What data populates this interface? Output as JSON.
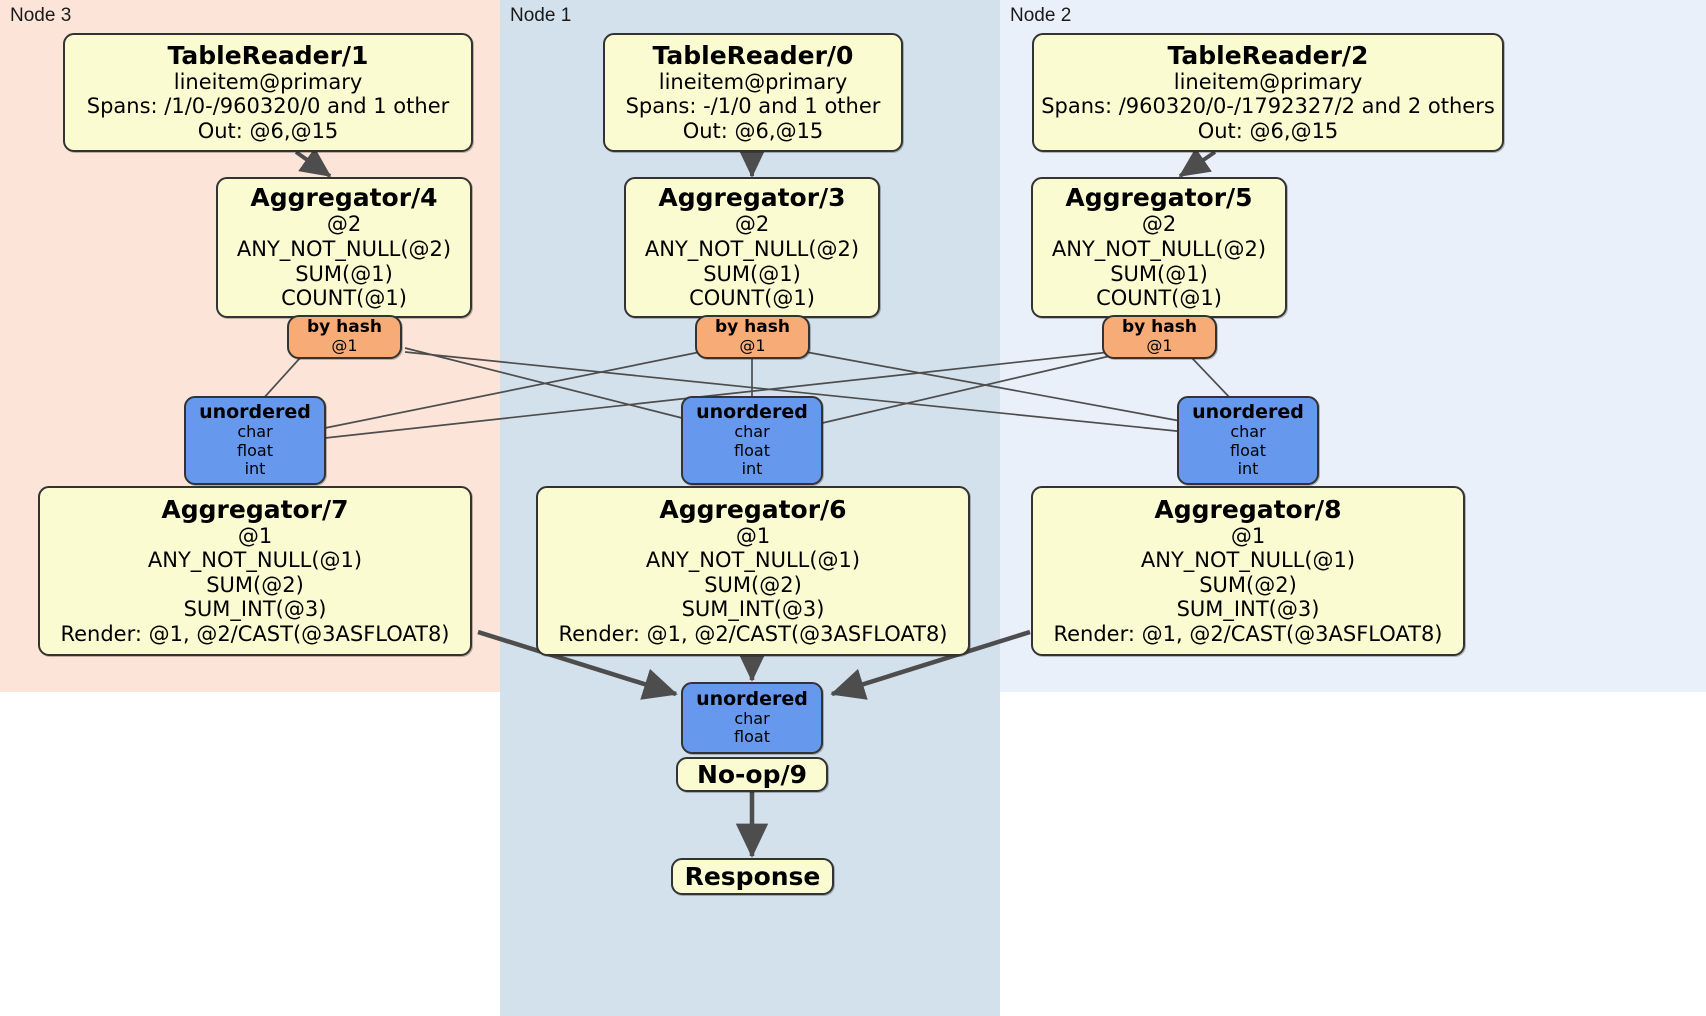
{
  "diagram": {
    "type": "distributed-query-execution-plan",
    "colors": {
      "node3_region": "#fce5d8",
      "node1_region": "#d3e1ec",
      "node2_region": "#eaf0fa",
      "processor_fill": "#fbfbd2",
      "synchronizer_fill": "#6699ee",
      "hash_router_fill": "#f7ac78",
      "border": "#333333",
      "edge": "#4d4d4d"
    }
  },
  "regions": [
    {
      "label": "Node 3"
    },
    {
      "label": "Node 1"
    },
    {
      "label": "Node 2"
    }
  ],
  "processors": {
    "table_reader_1": {
      "title": "TableReader/1",
      "lines": [
        "lineitem@primary",
        "Spans: /1/0-/960320/0 and 1 other",
        "Out: @6,@15"
      ]
    },
    "table_reader_0": {
      "title": "TableReader/0",
      "lines": [
        "lineitem@primary",
        "Spans: -/1/0 and 1 other",
        "Out: @6,@15"
      ]
    },
    "table_reader_2": {
      "title": "TableReader/2",
      "lines": [
        "lineitem@primary",
        "Spans: /960320/0-/1792327/2 and 2 others",
        "Out: @6,@15"
      ]
    },
    "aggregator_4": {
      "title": "Aggregator/4",
      "lines": [
        "@2",
        "ANY_NOT_NULL(@2)",
        "SUM(@1)",
        "COUNT(@1)"
      ]
    },
    "aggregator_3": {
      "title": "Aggregator/3",
      "lines": [
        "@2",
        "ANY_NOT_NULL(@2)",
        "SUM(@1)",
        "COUNT(@1)"
      ]
    },
    "aggregator_5": {
      "title": "Aggregator/5",
      "lines": [
        "@2",
        "ANY_NOT_NULL(@2)",
        "SUM(@1)",
        "COUNT(@1)"
      ]
    },
    "aggregator_7": {
      "title": "Aggregator/7",
      "lines": [
        "@1",
        "ANY_NOT_NULL(@1)",
        "SUM(@2)",
        "SUM_INT(@3)",
        "Render: @1, @2/CAST(@3ASFLOAT8)"
      ]
    },
    "aggregator_6": {
      "title": "Aggregator/6",
      "lines": [
        "@1",
        "ANY_NOT_NULL(@1)",
        "SUM(@2)",
        "SUM_INT(@3)",
        "Render: @1, @2/CAST(@3ASFLOAT8)"
      ]
    },
    "aggregator_8": {
      "title": "Aggregator/8",
      "lines": [
        "@1",
        "ANY_NOT_NULL(@1)",
        "SUM(@2)",
        "SUM_INT(@3)",
        "Render: @1, @2/CAST(@3ASFLOAT8)"
      ]
    },
    "noop_9": {
      "title": "No-op/9",
      "lines": []
    },
    "response": {
      "title": "Response",
      "lines": []
    }
  },
  "hash_routers": [
    {
      "title": "by hash",
      "sub": "@1"
    },
    {
      "title": "by hash",
      "sub": "@1"
    },
    {
      "title": "by hash",
      "sub": "@1"
    }
  ],
  "synchronizers": {
    "unordered_left": {
      "title": "unordered",
      "types": [
        "char",
        "float",
        "int"
      ]
    },
    "unordered_middle": {
      "title": "unordered",
      "types": [
        "char",
        "float",
        "int"
      ]
    },
    "unordered_right": {
      "title": "unordered",
      "types": [
        "char",
        "float",
        "int"
      ]
    },
    "unordered_final": {
      "title": "unordered",
      "types": [
        "char",
        "float"
      ]
    }
  }
}
